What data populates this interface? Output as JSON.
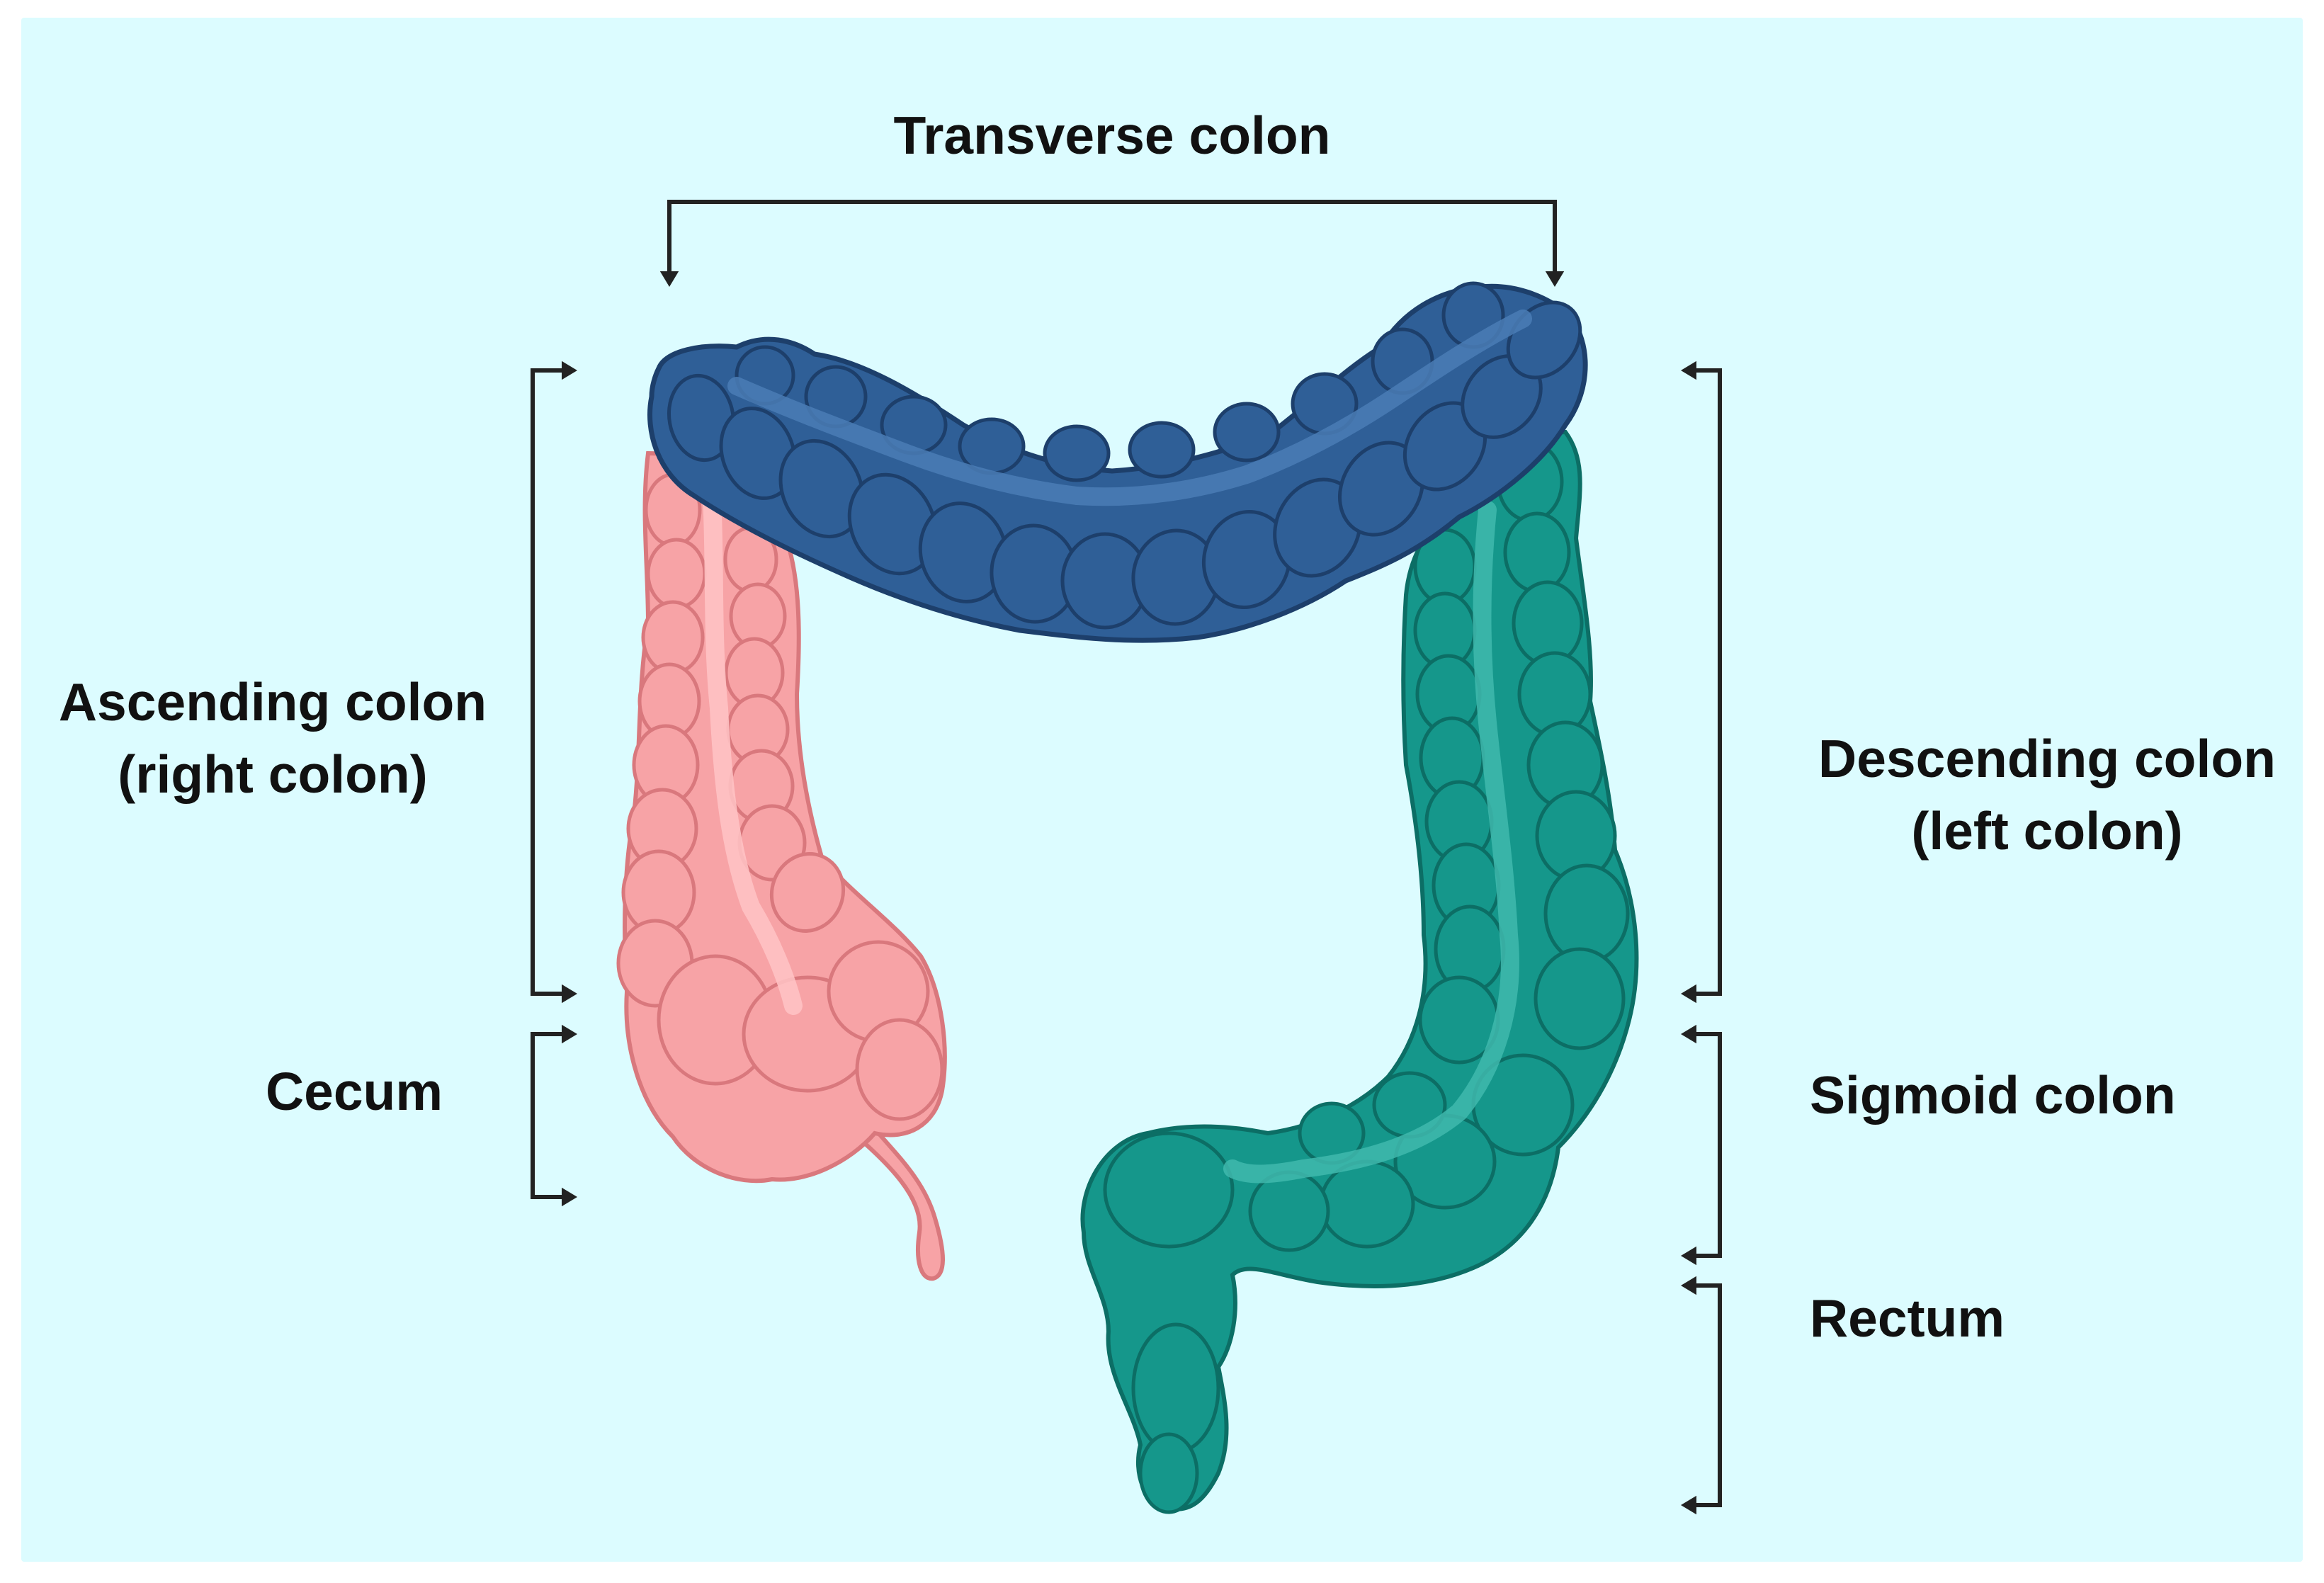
{
  "diagram": {
    "colors": {
      "background": "#dcfcff",
      "frame": "#ffffff",
      "transverse": "#2f5f97",
      "transverse_dark": "#1d3f6b",
      "transverse_light": "#4a7cb5",
      "ascending": "#f7a3a6",
      "ascending_dark": "#d9787d",
      "ascending_light": "#ffc4c6",
      "descending": "#15978b",
      "descending_dark": "#0c6e65",
      "descending_light": "#3fb9ad",
      "bracket": "#222222"
    },
    "labels": {
      "transverse": "Transverse colon",
      "ascending_line1": "Ascending colon",
      "ascending_line2": "(right colon)",
      "cecum": "Cecum",
      "descending_line1": "Descending colon",
      "descending_line2": "(left colon)",
      "sigmoid": "Sigmoid colon",
      "rectum": "Rectum"
    }
  }
}
